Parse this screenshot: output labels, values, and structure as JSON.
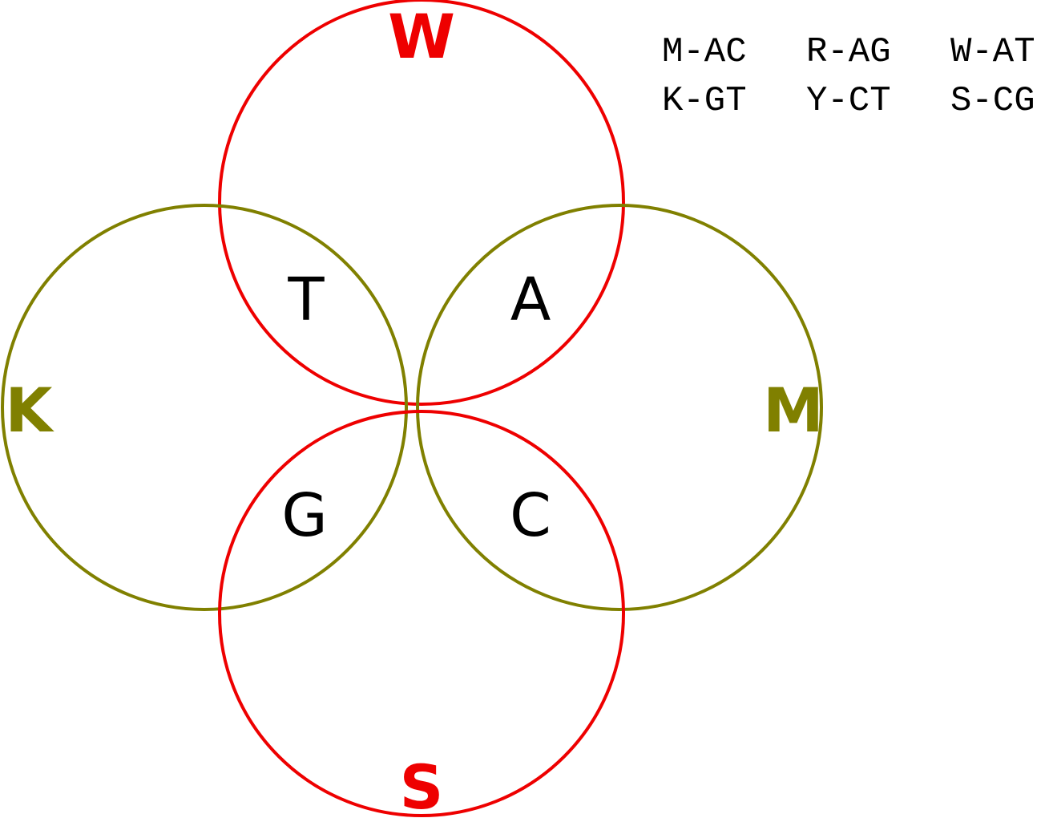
{
  "colors": {
    "ws_circles": "#ee0000",
    "km_circles": "#808000",
    "base_text": "#000000"
  },
  "sets": {
    "W": "W",
    "S": "S",
    "K": "K",
    "M": "M"
  },
  "bases": {
    "T": "T",
    "A": "A",
    "G": "G",
    "C": "C"
  },
  "legend": {
    "row1": [
      "M-AC",
      "R-AG",
      "W-AT"
    ],
    "row2": [
      "K-GT",
      "Y-CT",
      "S-CG"
    ]
  }
}
